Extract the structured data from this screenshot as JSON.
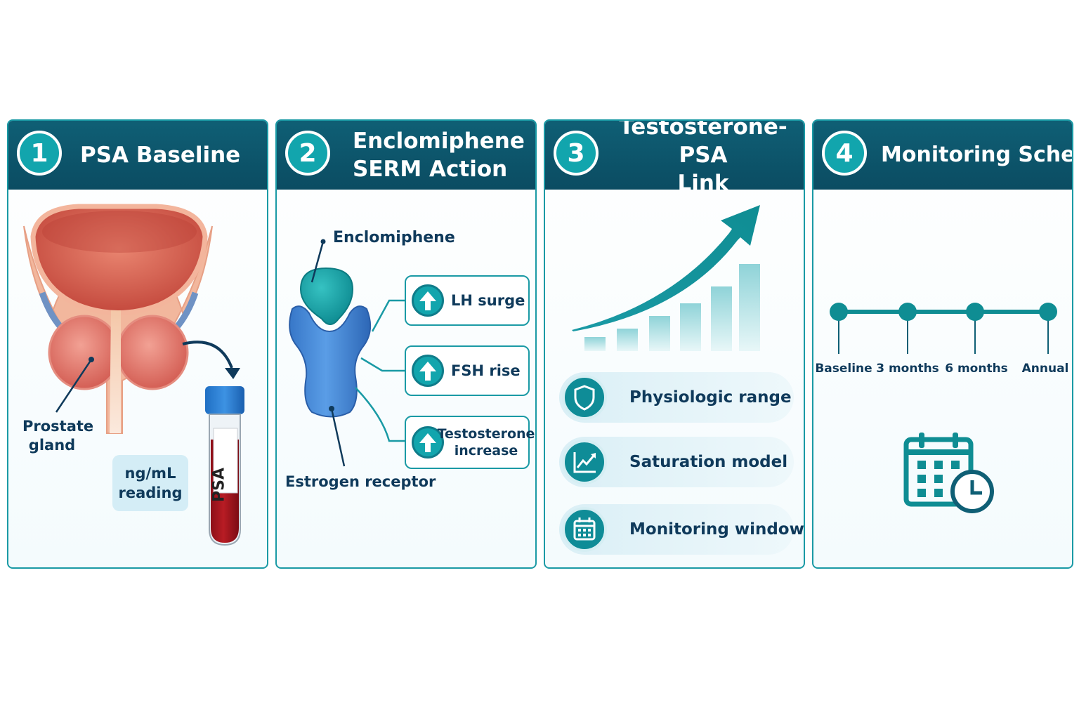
{
  "panels": [
    {
      "number": "1",
      "title_line1": "PSA Baseline",
      "title_line2": "",
      "labels": {
        "organ": [
          "Prostate",
          "gland"
        ],
        "reading": [
          "ng/mL",
          "reading"
        ],
        "tube": "PSA"
      }
    },
    {
      "number": "2",
      "title_line1": "Enclomiphene",
      "title_line2": "SERM Action",
      "labels": {
        "drug": "Enclomiphene",
        "receptor": "Estrogen receptor"
      },
      "effects": [
        {
          "icon": "up-arrow-icon",
          "text": "LH surge"
        },
        {
          "icon": "up-arrow-icon",
          "text": "FSH rise"
        },
        {
          "icon": "up-arrow-icon",
          "text_line1": "Testosterone",
          "text_line2": "increase"
        }
      ]
    },
    {
      "number": "3",
      "title_line1": "Testosterone-PSA",
      "title_line2": "Link",
      "items": [
        {
          "icon": "shield-icon",
          "text": "Physiologic range"
        },
        {
          "icon": "trend-chart-icon",
          "text": "Saturation model"
        },
        {
          "icon": "calendar-icon",
          "text": "Monitoring window"
        }
      ]
    },
    {
      "number": "4",
      "title_line1": "Monitoring Schedule",
      "title_line2": "",
      "timeline": [
        "Baseline",
        "3 months",
        "6 months",
        "Annual"
      ],
      "icon": "calendar-clock-icon"
    }
  ],
  "colors": {
    "header": "#0b5670",
    "accent": "#12a5ad",
    "border": "#1a9aa5",
    "text": "#0f3a5b",
    "blood": "#a8141e"
  }
}
